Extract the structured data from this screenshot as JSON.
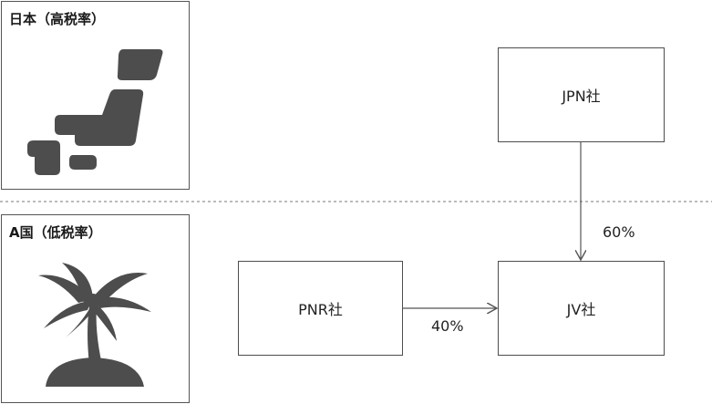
{
  "regions": {
    "japan": {
      "title": "日本（高税率）",
      "icon": "japan-map-icon"
    },
    "country_a": {
      "title": "A国（低税率）",
      "icon": "palm-tree-island-icon"
    }
  },
  "entities": {
    "jpn": "JPN社",
    "pnr": "PNR社",
    "jv": "JV社"
  },
  "edges": {
    "jpn_to_jv": {
      "label": "60%"
    },
    "pnr_to_jv": {
      "label": "40%"
    }
  },
  "colors": {
    "icon_fill": "#4d4d4d",
    "box_border": "#4d4d4d",
    "divider": "#777777"
  }
}
